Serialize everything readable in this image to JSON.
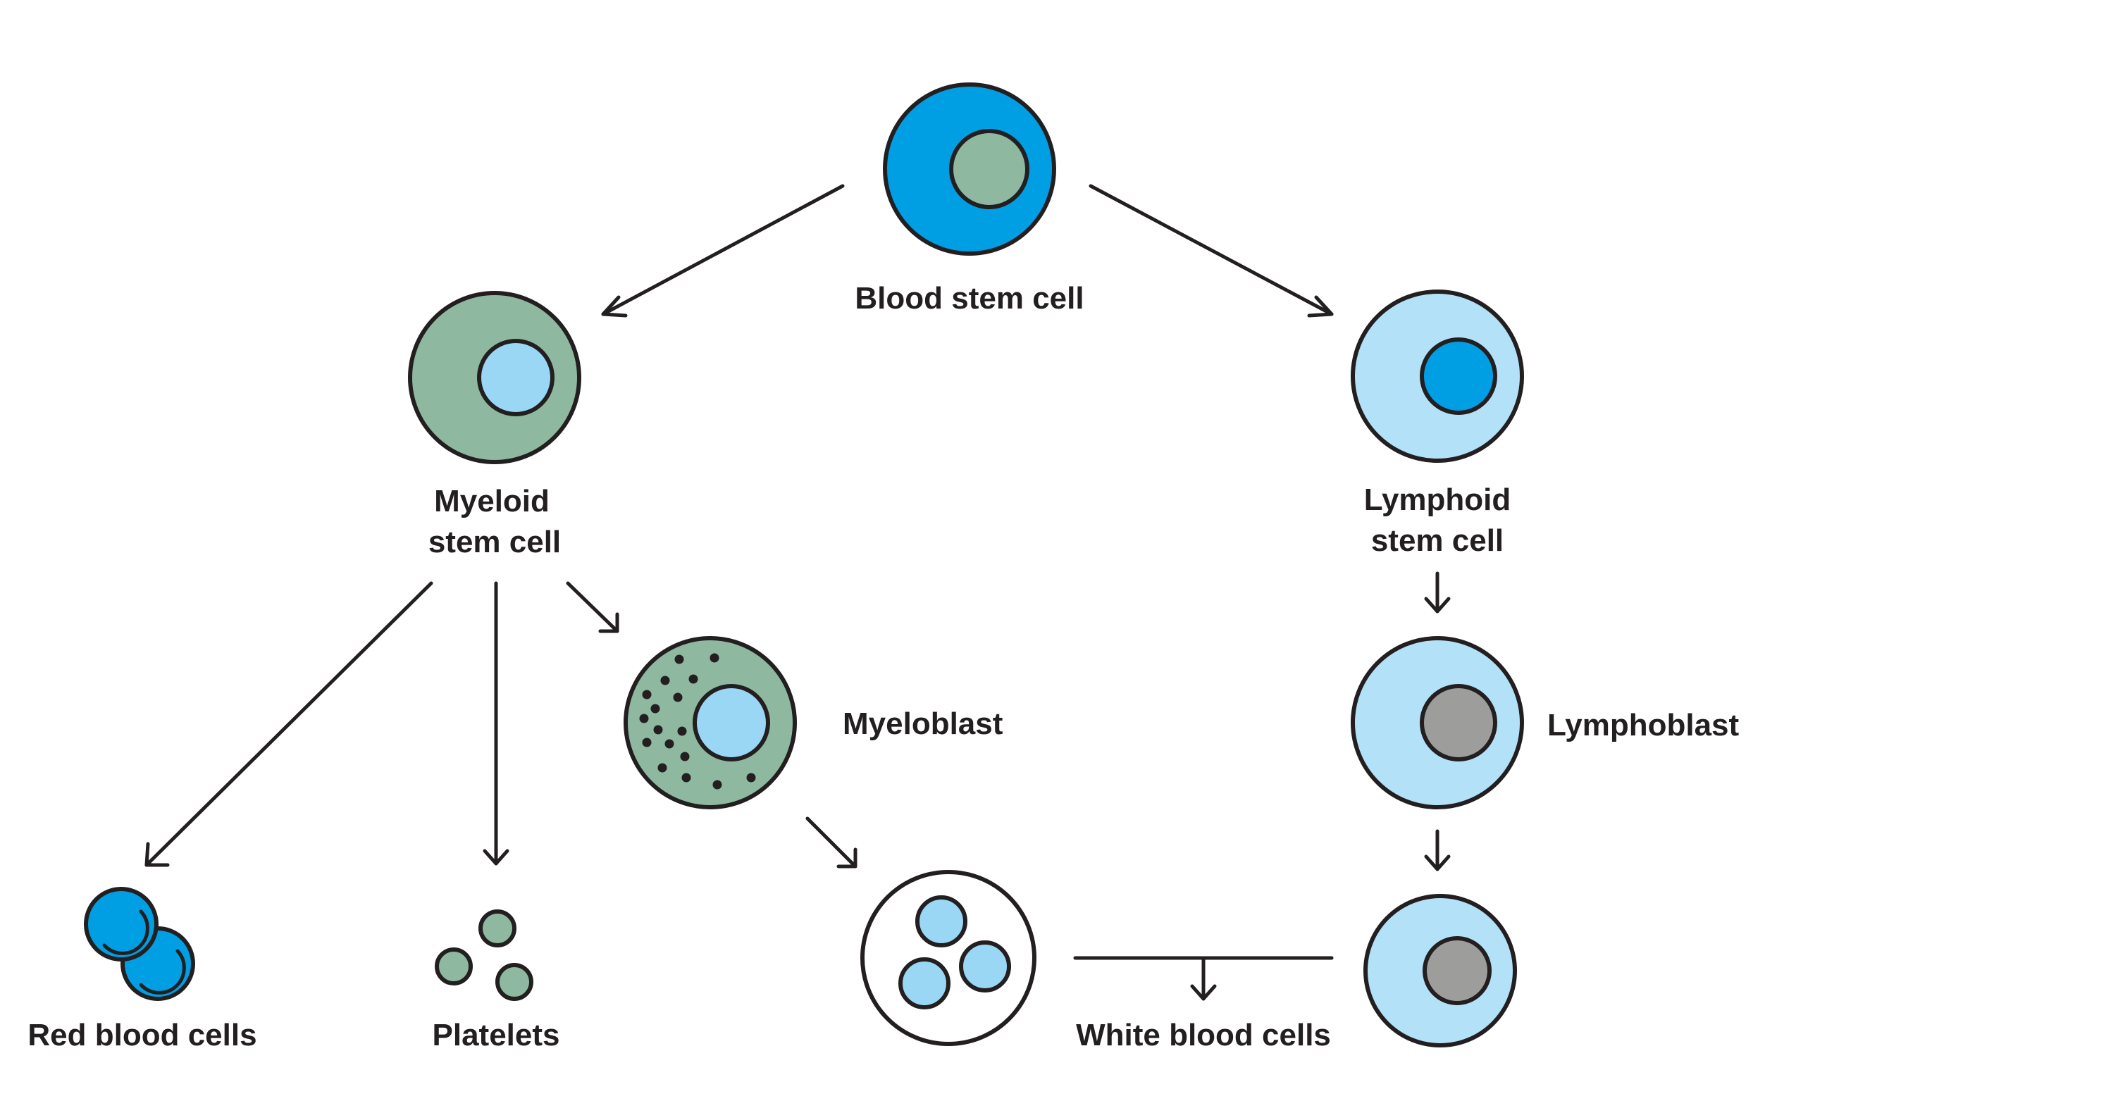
{
  "labels": {
    "blood_stem_cell": "Blood stem cell",
    "myeloid_line1": "Myeloid",
    "myeloid_line2": "stem cell",
    "lymphoid_line1": "Lymphoid",
    "lymphoid_line2": "stem cell",
    "myeloblast": "Myeloblast",
    "lymphoblast": "Lymphoblast",
    "red_blood_cells": "Red blood cells",
    "platelets": "Platelets",
    "white_blood_cells": "White blood cells"
  },
  "colors": {
    "stroke": "#231f20",
    "blue": "#009fe3",
    "light_blue": "#b3e1f7",
    "mid_blue": "#99d7f4",
    "green": "#8eb9a0",
    "gray": "#9d9d9c",
    "white": "#ffffff"
  }
}
